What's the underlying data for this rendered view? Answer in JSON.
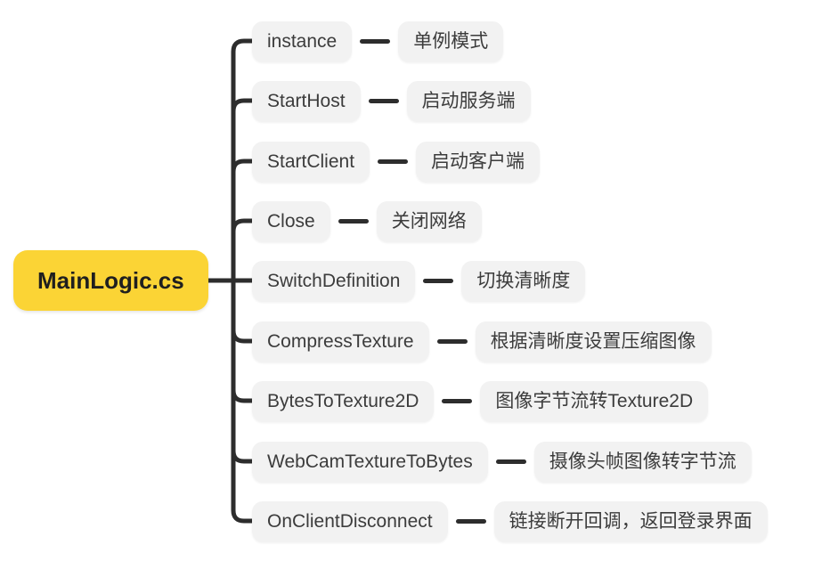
{
  "diagram": {
    "type": "mindmap",
    "root": {
      "label": "MainLogic.cs"
    },
    "rows": [
      {
        "label": "instance",
        "desc": "单例模式"
      },
      {
        "label": "StartHost",
        "desc": "启动服务端"
      },
      {
        "label": "StartClient",
        "desc": "启动客户端"
      },
      {
        "label": "Close",
        "desc": "关闭网络"
      },
      {
        "label": "SwitchDefinition",
        "desc": "切换清晰度"
      },
      {
        "label": "CompressTexture",
        "desc": "根据清晰度设置压缩图像"
      },
      {
        "label": "BytesToTexture2D",
        "desc": "图像字节流转Texture2D"
      },
      {
        "label": "WebCamTextureToBytes",
        "desc": "摄像头帧图像转字节流"
      },
      {
        "label": "OnClientDisconnect",
        "desc": "链接断开回调，返回登录界面"
      }
    ],
    "colors": {
      "root_bg": "#FBD435",
      "node_bg": "#F2F2F2",
      "line": "#2D2D2D",
      "text": "#3C3C3C",
      "background": "#FFFFFF"
    }
  }
}
